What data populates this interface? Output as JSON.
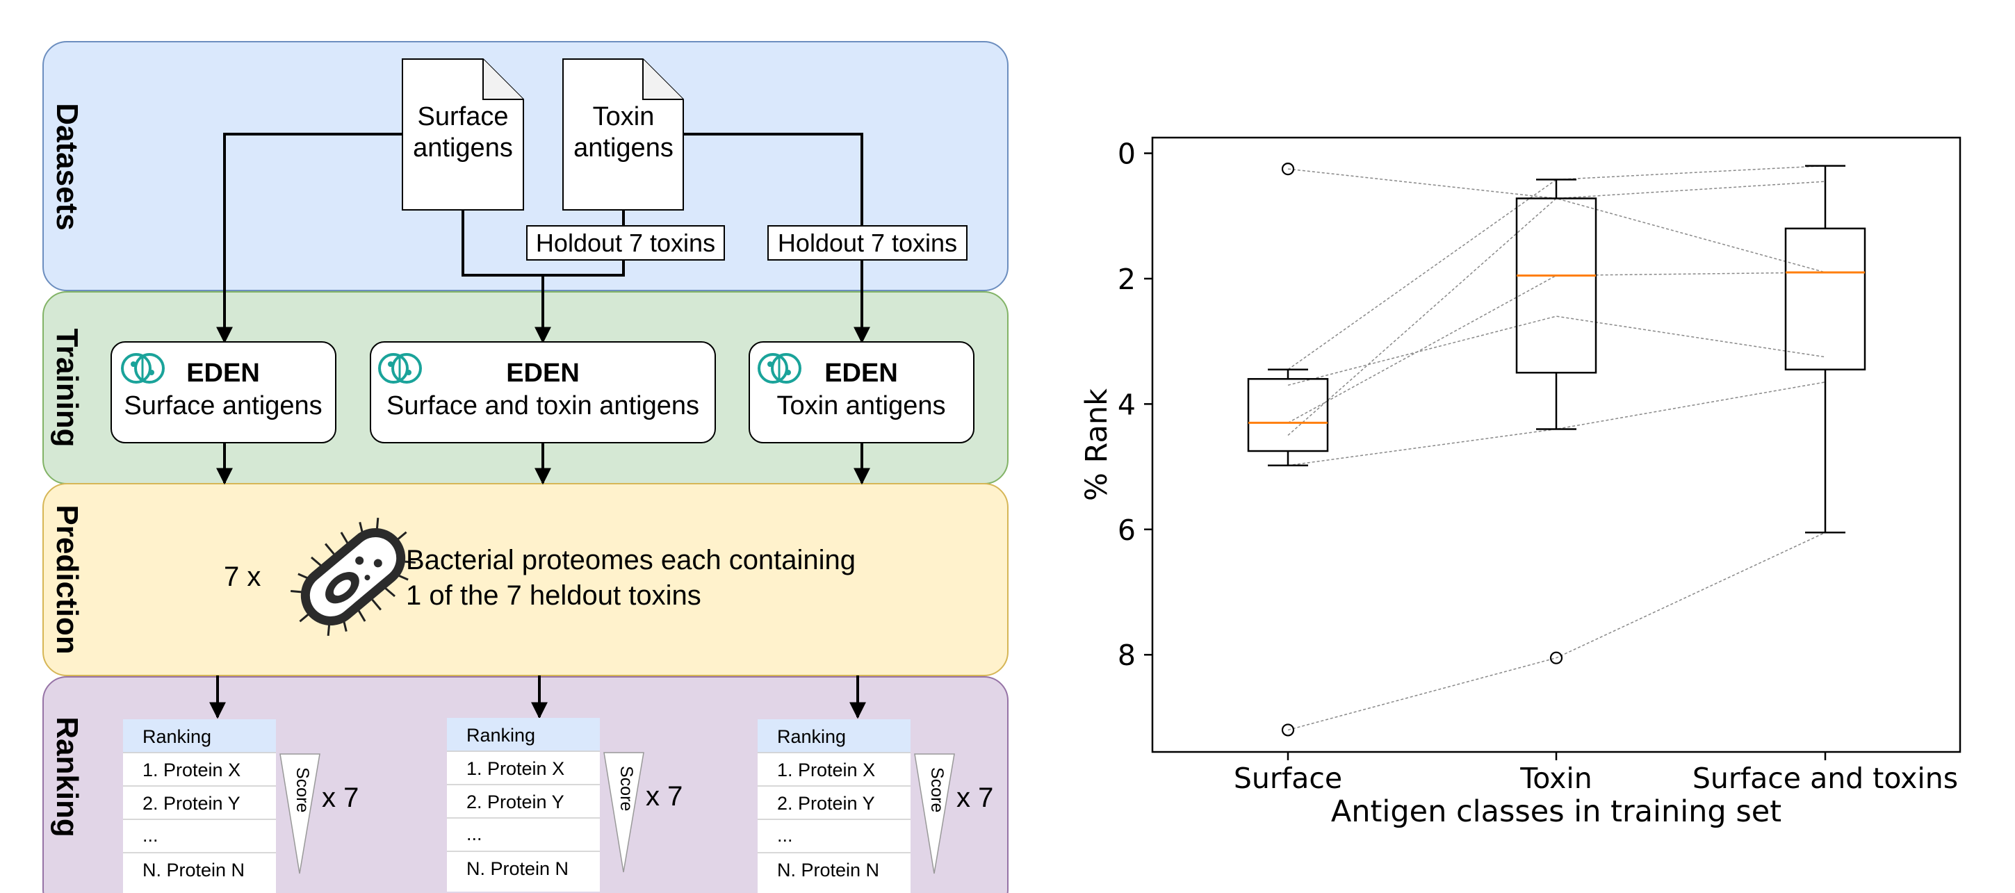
{
  "diagram": {
    "panels": {
      "datasets": "Datasets",
      "training": "Training",
      "prediction": "Prediction",
      "ranking": "Ranking"
    },
    "documents": {
      "surface_line1": "Surface",
      "surface_line2": "antigens",
      "toxin_line1": "Toxin",
      "toxin_line2": "antigens"
    },
    "holdout_labels": [
      "Holdout 7 toxins",
      "Holdout 7 toxins"
    ],
    "models": [
      {
        "name": "EDEN",
        "subtitle": "Surface antigens"
      },
      {
        "name": "EDEN",
        "subtitle": "Surface and toxin antigens"
      },
      {
        "name": "EDEN",
        "subtitle": "Toxin antigens"
      }
    ],
    "prediction": {
      "multiplier": "7 x",
      "line1": "Bacterial proteomes each containing",
      "line2": "1 of the 7 heldout toxins"
    },
    "rankings": [
      {
        "header": "Ranking",
        "rows": [
          "1. Protein X",
          "2. Protein Y",
          "...",
          "N. Protein N"
        ],
        "score_label": "Score",
        "multiplier": "x 7"
      },
      {
        "header": "Ranking",
        "rows": [
          "1. Protein X",
          "2. Protein Y",
          "...",
          "N. Protein N"
        ],
        "score_label": "Score",
        "multiplier": "x 7"
      },
      {
        "header": "Ranking",
        "rows": [
          "1. Protein X",
          "2. Protein Y",
          "...",
          "N. Protein N"
        ],
        "score_label": "Score",
        "multiplier": "x 7"
      }
    ],
    "colors": {
      "datasets": "#dae8fc",
      "training": "#d5e8d4",
      "prediction": "#fff2cc",
      "ranking": "#e1d5e7",
      "ranking_header": "#dae8fc",
      "brain_icon": "#1aa39a"
    }
  },
  "chart_data": {
    "type": "box",
    "xlabel": "Antigen classes in training set",
    "ylabel": "% Rank",
    "categories": [
      "Surface",
      "Toxin",
      "Surface and toxins"
    ],
    "y_inverted": true,
    "ylim": [
      9.55,
      -0.25
    ],
    "yticks": [
      0,
      2,
      4,
      6,
      8
    ],
    "boxes": [
      {
        "category": "Surface",
        "whisker_low": 3.45,
        "q1": 3.6,
        "median": 4.3,
        "q3": 4.75,
        "whisker_high": 4.98,
        "outliers": [
          0.25,
          9.2
        ]
      },
      {
        "category": "Toxin",
        "whisker_low": 0.42,
        "q1": 0.72,
        "median": 1.95,
        "q3": 3.5,
        "whisker_high": 4.4,
        "outliers": [
          8.05
        ]
      },
      {
        "category": "Surface and toxins",
        "whisker_low": 0.2,
        "q1": 1.2,
        "median": 1.9,
        "q3": 3.45,
        "whisker_high": 6.05,
        "outliers": []
      }
    ],
    "paired_lines": [
      [
        0.25,
        0.72,
        0.45
      ],
      [
        3.45,
        0.42,
        0.2
      ],
      [
        3.7,
        2.6,
        3.25
      ],
      [
        4.3,
        1.95,
        1.9
      ],
      [
        4.5,
        0.72,
        1.9
      ],
      [
        4.98,
        4.4,
        3.65
      ],
      [
        9.2,
        8.05,
        6.05
      ]
    ],
    "grid": false,
    "colors": {
      "median": "#ff7f0e",
      "box": "#000000",
      "pair_line": "#888888"
    }
  }
}
